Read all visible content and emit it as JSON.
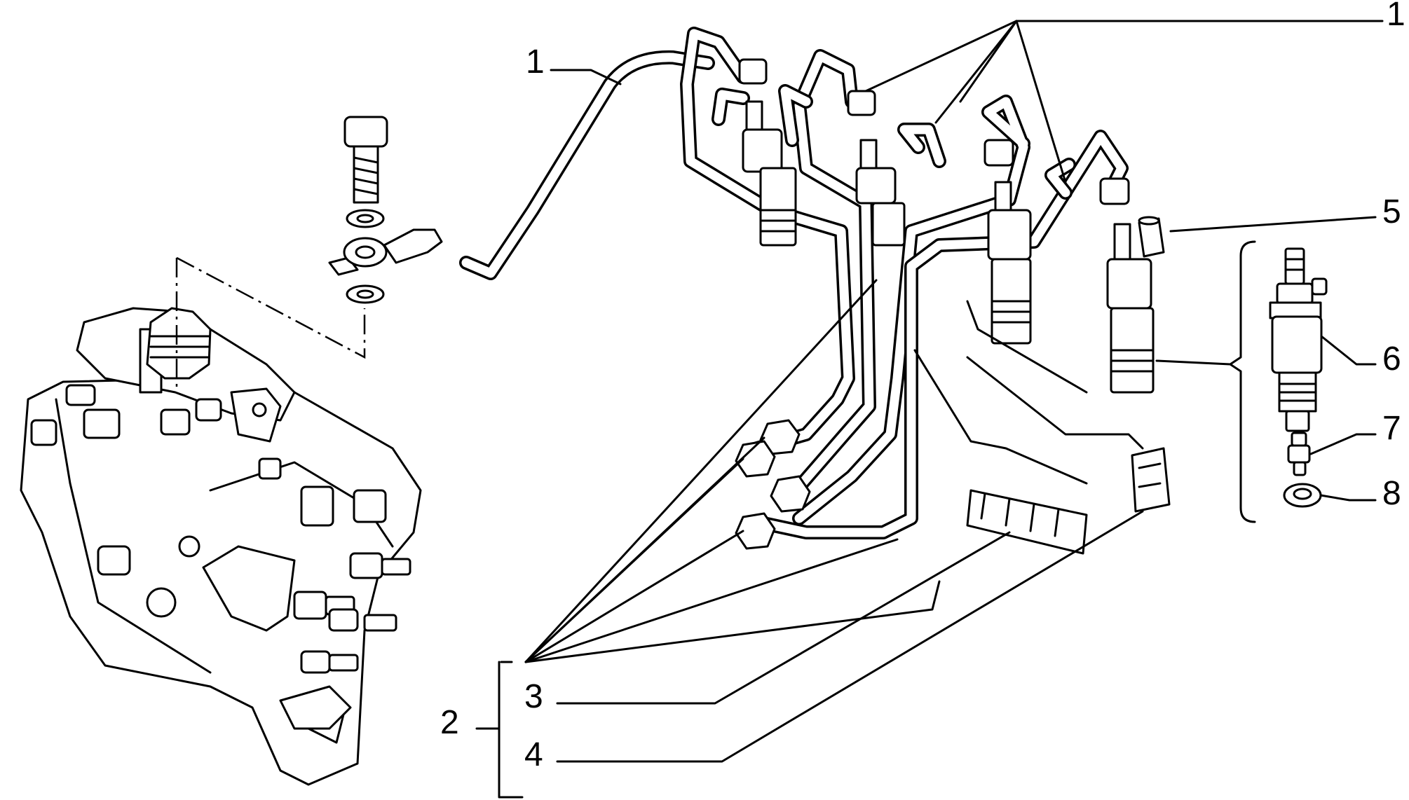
{
  "callouts": [
    {
      "id": "1",
      "text": "1"
    },
    {
      "id": "1b",
      "text": "1"
    },
    {
      "id": "2",
      "text": "2"
    },
    {
      "id": "3",
      "text": "3"
    },
    {
      "id": "4",
      "text": "4"
    },
    {
      "id": "5",
      "text": "5"
    },
    {
      "id": "6",
      "text": "6"
    },
    {
      "id": "7",
      "text": "7"
    },
    {
      "id": "8",
      "text": "8"
    }
  ],
  "colors": {
    "line": "#000000",
    "background": "#ffffff"
  }
}
